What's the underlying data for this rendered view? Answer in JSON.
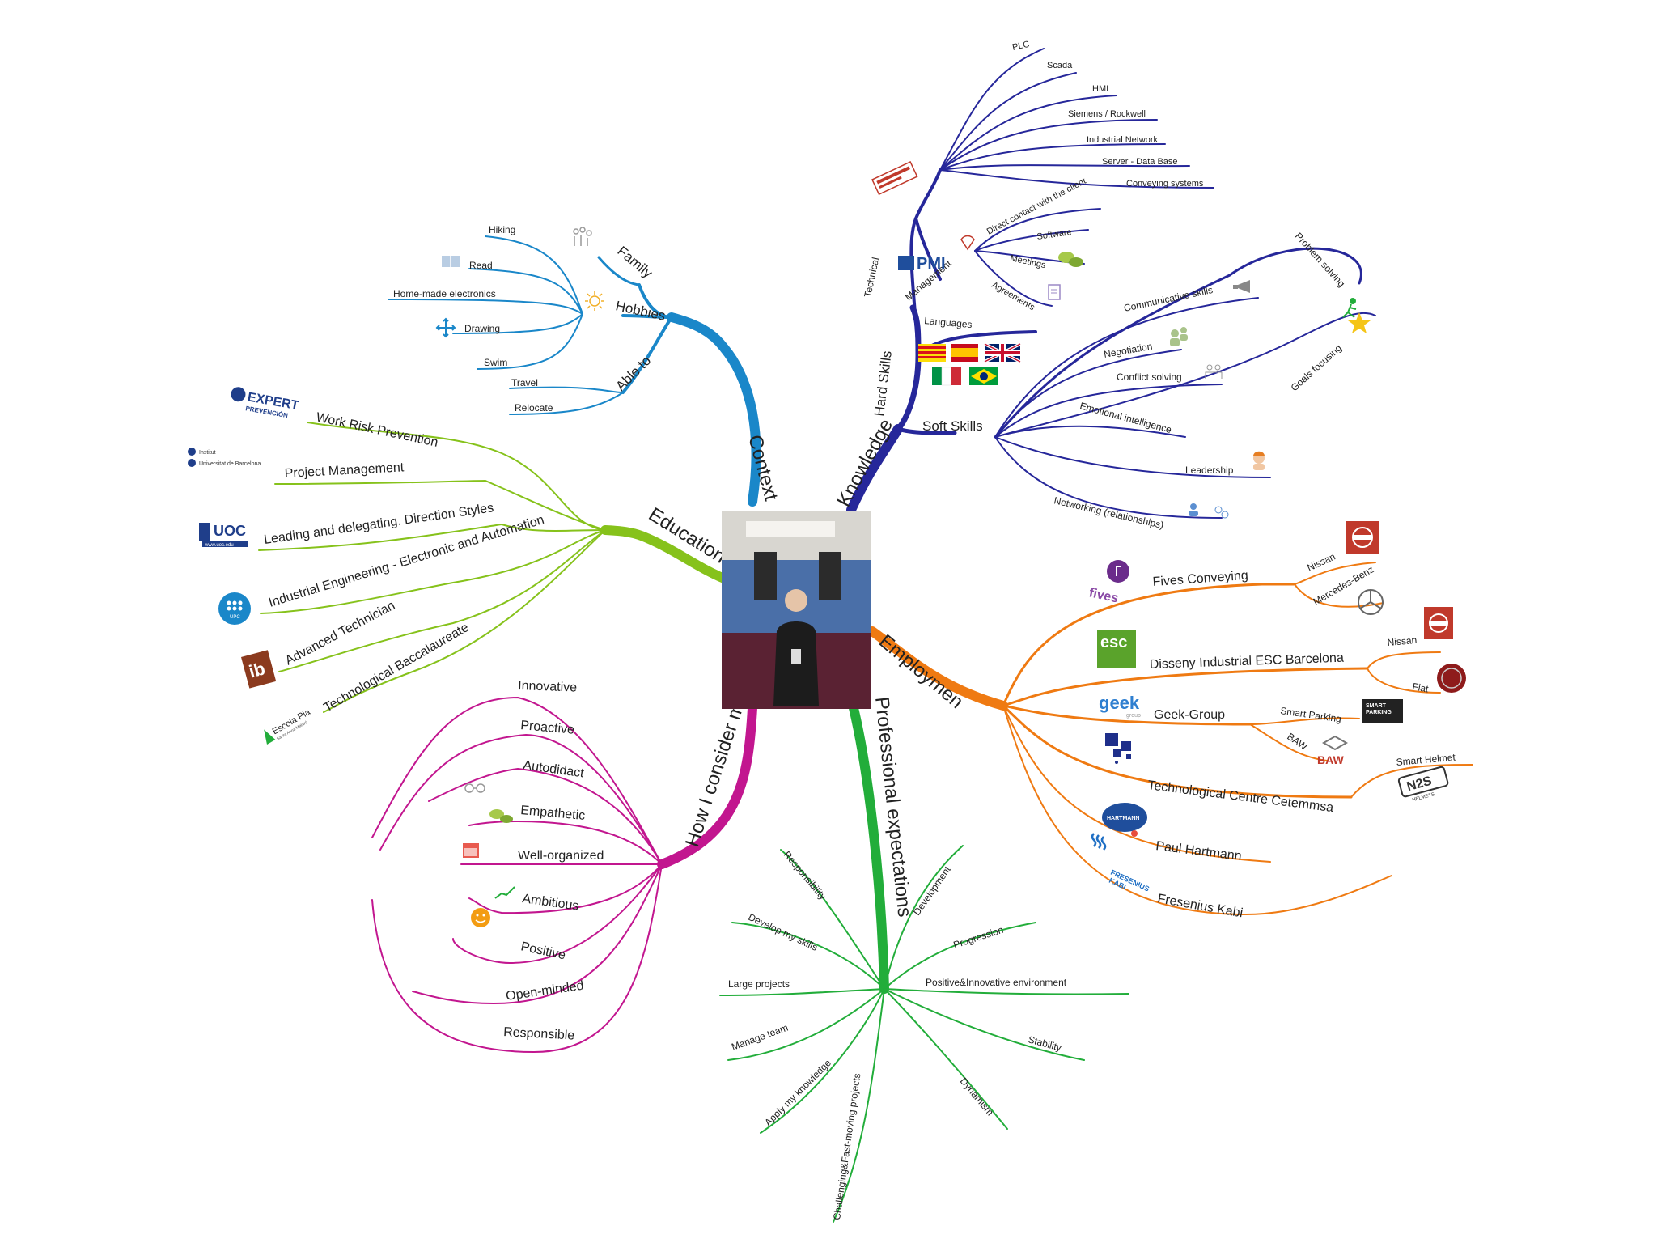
{
  "colors": {
    "context": "#1a87c9",
    "knowledge": "#26279a",
    "education": "#86c21b",
    "employment": "#ef7a12",
    "myself": "#c2168f",
    "expectations": "#22ad3a"
  },
  "center": {
    "photo_caption": "",
    "icon": "person-photo"
  },
  "branches": {
    "context": {
      "label": "Context",
      "sub": {
        "family": "Family",
        "hobbies": {
          "label": "Hobbies",
          "items": [
            "Hiking",
            "Read",
            "Home-made electronics",
            "Drawing",
            "Swim"
          ]
        },
        "able_to": {
          "label": "Able to",
          "items": [
            "Travel",
            "Relocate"
          ]
        }
      }
    },
    "knowledge": {
      "label": "Knowledge",
      "hard_skills": {
        "label": "Hard Skills",
        "technical": {
          "label": "Technical",
          "items": [
            "PLC",
            "Scada",
            "HMI",
            "Siemens / Rockwell",
            "Industrial Network",
            "Server - Data Base",
            "Conveying systems"
          ]
        },
        "management": {
          "label": "Management",
          "items": [
            "Direct contact with the client",
            "Software",
            "Meetings",
            "Agreements"
          ]
        },
        "languages": {
          "label": "Languages",
          "flags": [
            "catalonia",
            "spain",
            "uk",
            "italy",
            "brazil"
          ]
        }
      },
      "soft_skills": {
        "label": "Soft Skills",
        "items": [
          "Problem solving",
          "Communicative skills",
          "Goals focusing",
          "Negotiation",
          "Conflict solving",
          "Emotional intelligence",
          "Leadership",
          "Networking (relationships)"
        ]
      }
    },
    "education": {
      "label": "Education",
      "items": [
        "Work Risk Prevention",
        "Project Management",
        "Leading and delegating. Direction Styles",
        "Industrial Engineering - Electronic and Automation",
        "Advanced Technician",
        "Technological Baccalaureate"
      ],
      "logos": {
        "expert": [
          "EXPERT",
          "PREVENCIÓN"
        ],
        "ub": [
          "Institut",
          "Universitat de Barcelona"
        ],
        "uoc": [
          "UOC",
          "www.uoc.edu"
        ],
        "upc": "UPC",
        "ib": "ib",
        "escola": [
          "Escola Pia",
          "Santa Anna Mataró"
        ]
      }
    },
    "employment": {
      "label": "Employmen",
      "items": [
        {
          "label": "Fives Conveying",
          "logo": "fives",
          "subs": [
            "Nissan",
            "Mercedes-Benz"
          ]
        },
        {
          "label": "Disseny Industrial ESC Barcelona",
          "logo": "esc",
          "subs": [
            "Nissan",
            "Fiat"
          ]
        },
        {
          "label": "Geek-Group",
          "logo": "geek",
          "subs": [
            "Smart Parking",
            "BAW"
          ]
        },
        {
          "label": "Technological Centre Cetemmsa",
          "logo": "cetemmsa",
          "subs": [
            "Smart Helmet"
          ]
        },
        {
          "label": "Paul Hartmann",
          "logo": "hartmann",
          "subs": []
        },
        {
          "label": "Fresenius Kabi",
          "logo": "fresenius",
          "subs": []
        }
      ],
      "logos": {
        "fives": "fives",
        "esc": "esc",
        "geek": "geek",
        "geek_sub": "group",
        "smart": [
          "SMART",
          "PARKING"
        ],
        "baw": "BAW",
        "hartmann": "HARTMANN",
        "fresenius": [
          "FRESENIUS",
          "KABI"
        ],
        "helmet": "N2S",
        "helmet_sub": "HELMETS"
      }
    },
    "myself": {
      "label": "How I consider myself",
      "items": [
        "Innovative",
        "Proactive",
        "Autodidact",
        "Empathetic",
        "Well-organized",
        "Ambitious",
        "Positive",
        "Open-minded",
        "Responsible"
      ]
    },
    "expectations": {
      "label": "Professional expectations",
      "items": [
        "Responsibility",
        "Develop my skills",
        "Large projects",
        "Manage team",
        "Apply my knowledge",
        "Challenging&Fast-moving projects",
        "Development",
        "Progression",
        "Positive&Innovative environment",
        "Stability",
        "Dynamism"
      ]
    }
  }
}
